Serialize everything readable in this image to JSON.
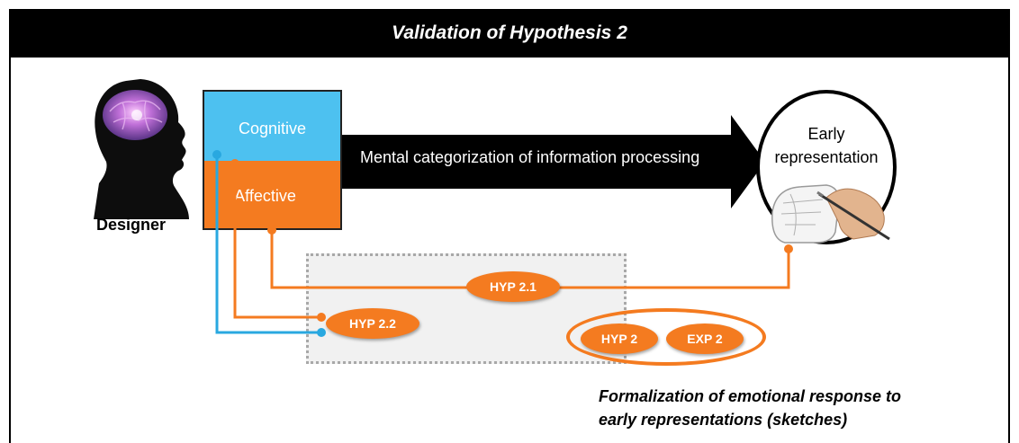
{
  "title": "Validation of Hypothesis 2",
  "designer": {
    "label": "Designer"
  },
  "mind_box": {
    "cognitive": "Cognitive",
    "affective": "Affective"
  },
  "process_arrow": {
    "label": "Mental categorization of information processing"
  },
  "output": {
    "line1": "Early",
    "line2": "representation"
  },
  "hypotheses": {
    "hyp_2_1": "HYP 2.1",
    "hyp_2_2": "HYP 2.2",
    "hyp_2": "HYP 2",
    "exp_2": "EXP 2"
  },
  "caption": {
    "line1": "Formalization of emotional response to",
    "line2": "early representations (sketches)"
  },
  "colors": {
    "cognitive": "#4dc1f0",
    "affective": "#f47b20",
    "title_bar": "#000000",
    "dashed_region": "#f1f1f1"
  },
  "icons": {
    "designer": "head-with-brain-icon",
    "sketch": "hand-sketching-icon"
  }
}
